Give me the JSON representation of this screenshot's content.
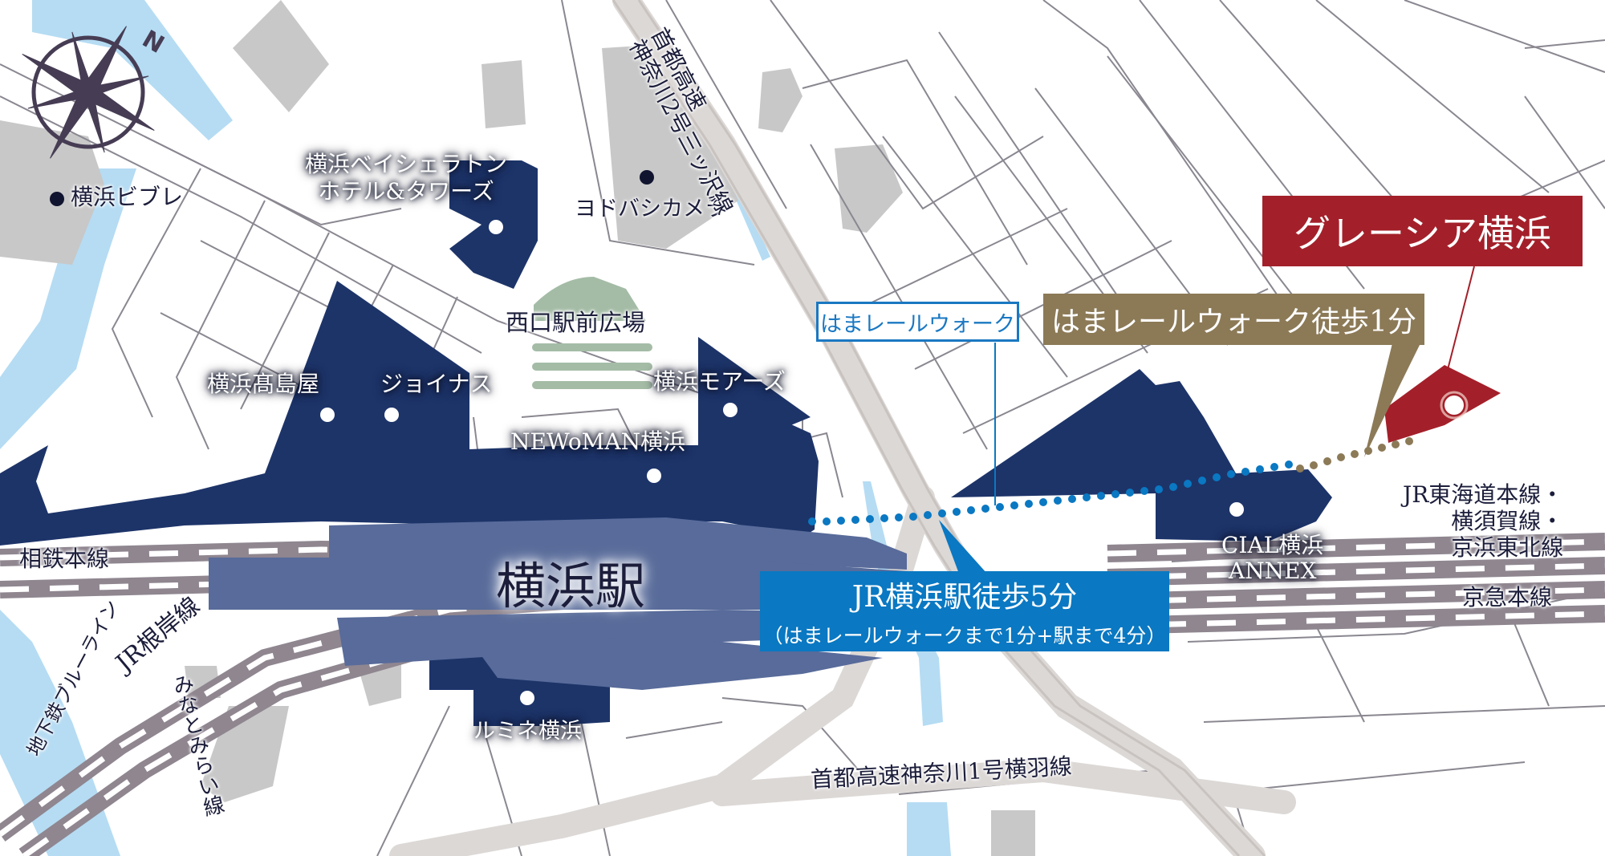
{
  "map": {
    "compass": {
      "label": "N"
    },
    "property": {
      "name": "グレーシア横浜",
      "color": "#a3202a"
    },
    "callouts": {
      "hamarail_walk_1min": {
        "text": "はまレールウォーク徒歩1分",
        "color": "#8c7a57"
      },
      "hamarail_label": {
        "text": "はまレールウォーク",
        "color": "#1a78c2"
      },
      "jr_walk": {
        "line1": "JR横浜駅徒歩5分",
        "line2": "（はまレールウォークまで1分+駅まで4分）",
        "color": "#0a78c2"
      }
    },
    "station": {
      "label": "横浜駅"
    },
    "landmarks": [
      {
        "name": "横浜ビブレ"
      },
      {
        "name": "横浜ベイシェラトン\nホテル&タワーズ",
        "line1": "横浜ベイシェラトン",
        "line2": "ホテル&タワーズ"
      },
      {
        "name": "ヨドバシカメラ"
      },
      {
        "name": "西口駅前広場"
      },
      {
        "name": "横浜髙島屋"
      },
      {
        "name": "ジョイナス"
      },
      {
        "name": "横浜モアーズ"
      },
      {
        "name": "NEWoMAN横浜"
      },
      {
        "name": "CIAL横浜 ANNEX",
        "line1": "CIAL横浜",
        "line2": "ANNEX"
      },
      {
        "name": "ルミネ横浜"
      }
    ],
    "railways": {
      "sotetsu": "相鉄本線",
      "jr_tokaido": {
        "line1": "JR東海道本線・",
        "line2": "横須賀線・",
        "line3": "京浜東北線"
      },
      "keikyu": "京急本線",
      "jr_negishi": "JR根岸線",
      "subway_blue": "地下鉄ブルーライン",
      "minatomirai": "みなとみらい線"
    },
    "expressways": {
      "mitsuzawa": {
        "line1": "首都高速",
        "line2": "神奈川2号三ッ沢線"
      },
      "yokohane": "首都高速神奈川1号横羽線"
    },
    "colors": {
      "building_dark": "#1d3469",
      "station_platform": "#586b9a",
      "water": "#b5dcf3",
      "gray_block": "#c8c8c8",
      "road_outline": "#8a8790",
      "rail": "#8f8690",
      "plaza_green": "#a4bca6",
      "expressway": "#dcd8d6",
      "walkway_blue_dots": "#0a78c2",
      "walkway_gold_dots": "#8c7a57"
    }
  }
}
